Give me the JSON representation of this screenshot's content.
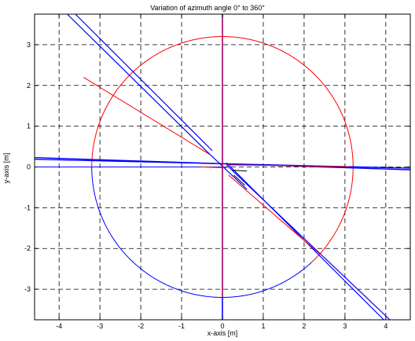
{
  "chart_data": {
    "type": "line",
    "title": "Variation of azimuth angle 0° to 360°",
    "xlabel": "x-axis [m]",
    "ylabel": "y-axis [m]",
    "xlim": [
      -4.6,
      4.6
    ],
    "ylim": [
      -3.75,
      3.75
    ],
    "xticks": [
      -4,
      -3,
      -2,
      -1,
      0,
      1,
      2,
      3,
      4
    ],
    "yticks": [
      -3,
      -2,
      -1,
      0,
      1,
      2,
      3
    ],
    "xtick_labels": [
      "-4",
      "-3",
      "-2",
      "-1",
      "0",
      "1",
      "2",
      "3",
      "4"
    ],
    "ytick_labels": [
      "-3",
      "-2",
      "-1",
      "0",
      "1",
      "2",
      "3"
    ],
    "grid": true,
    "grid_style": "dashed",
    "colors": {
      "red": "#ff0000",
      "blue": "#0000ff",
      "grid": "#000000"
    },
    "series": [
      {
        "kind": "circle-arc",
        "color": "#ff0000",
        "center": [
          0,
          0
        ],
        "radius": 3.2,
        "theta_start_deg": -47,
        "theta_end_deg": 180
      },
      {
        "kind": "circle-arc",
        "color": "#0000ff",
        "center": [
          0,
          0
        ],
        "radius": 3.2,
        "theta_start_deg": 180,
        "theta_end_deg": 313
      },
      {
        "kind": "line",
        "color": "#0000ff",
        "width": 1.2,
        "x": [
          -3.6,
          -0.25
        ],
        "y": [
          3.75,
          0.4
        ]
      },
      {
        "kind": "line",
        "color": "#0000ff",
        "width": 1.2,
        "x": [
          -3.8,
          -0.3
        ],
        "y": [
          3.75,
          0.3
        ]
      },
      {
        "kind": "line",
        "color": "#0000ff",
        "width": 1.2,
        "x": [
          0.1,
          3.95
        ],
        "y": [
          0.1,
          -3.75
        ]
      },
      {
        "kind": "line",
        "color": "#0000ff",
        "width": 1.2,
        "x": [
          0.1,
          4.1
        ],
        "y": [
          0.05,
          -3.75
        ]
      },
      {
        "kind": "line",
        "color": "#0000ff",
        "width": 1.2,
        "x": [
          -0.35,
          0.6
        ],
        "y": [
          0.35,
          -0.55
        ]
      },
      {
        "kind": "line",
        "color": "#0000ff",
        "width": 1.4,
        "x": [
          -4.6,
          4.6
        ],
        "y": [
          0.23,
          -0.07
        ]
      },
      {
        "kind": "line",
        "color": "#0000ff",
        "width": 1.4,
        "x": [
          -4.6,
          4.6
        ],
        "y": [
          0.19,
          -0.03
        ]
      },
      {
        "kind": "line",
        "color": "#0000ff",
        "width": 1,
        "x": [
          -4.6,
          0.05
        ],
        "y": [
          0.0,
          0.0
        ]
      },
      {
        "kind": "line",
        "color": "#0000ff",
        "width": 1.6,
        "x": [
          0.0,
          0.0
        ],
        "y": [
          3.75,
          -3.75
        ]
      },
      {
        "kind": "line",
        "color": "#ff0000",
        "width": 1,
        "x": [
          -3.4,
          -0.3
        ],
        "y": [
          2.2,
          0.3
        ]
      },
      {
        "kind": "line",
        "color": "#ff0000",
        "width": 1,
        "x": [
          0.15,
          2.4
        ],
        "y": [
          -0.2,
          -2.15
        ]
      },
      {
        "kind": "line",
        "color": "#ff0000",
        "width": 1,
        "x": [
          0.1,
          3.1
        ],
        "y": [
          0.05,
          0.01
        ]
      },
      {
        "kind": "line",
        "color": "#ff0000",
        "width": 1,
        "x": [
          -0.5,
          0.1
        ],
        "y": [
          0.0,
          -0.02
        ]
      },
      {
        "kind": "line",
        "color": "#ff0000",
        "width": 1,
        "x": [
          0.0,
          0.0
        ],
        "y": [
          3.75,
          -3.2
        ]
      },
      {
        "kind": "line",
        "color": "#000000",
        "width": 1,
        "x": [
          0.25,
          0.6
        ],
        "y": [
          -0.08,
          -0.1
        ]
      },
      {
        "kind": "line",
        "color": "#000000",
        "width": 1,
        "x": [
          0.28,
          0.55
        ],
        "y": [
          -0.2,
          -0.45
        ]
      }
    ]
  }
}
